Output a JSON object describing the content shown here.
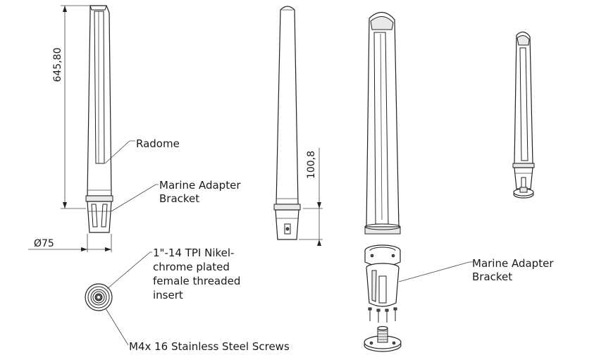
{
  "dimensions": {
    "height_total": "645,80",
    "height_bracket": "100,8",
    "diameter": "Ø75"
  },
  "callouts": {
    "radome": "Radome",
    "bracket_left_line1": "Marine Adapter",
    "bracket_left_line2": "Bracket",
    "insert_line1": "1\"-14 TPI Nikel-",
    "insert_line2": "chrome plated",
    "insert_line3": "female threaded",
    "insert_line4": "insert",
    "screws": "M4x 16 Stainless Steel Screws",
    "bracket_right_line1": "Marine Adapter",
    "bracket_right_line2": "Bracket"
  }
}
